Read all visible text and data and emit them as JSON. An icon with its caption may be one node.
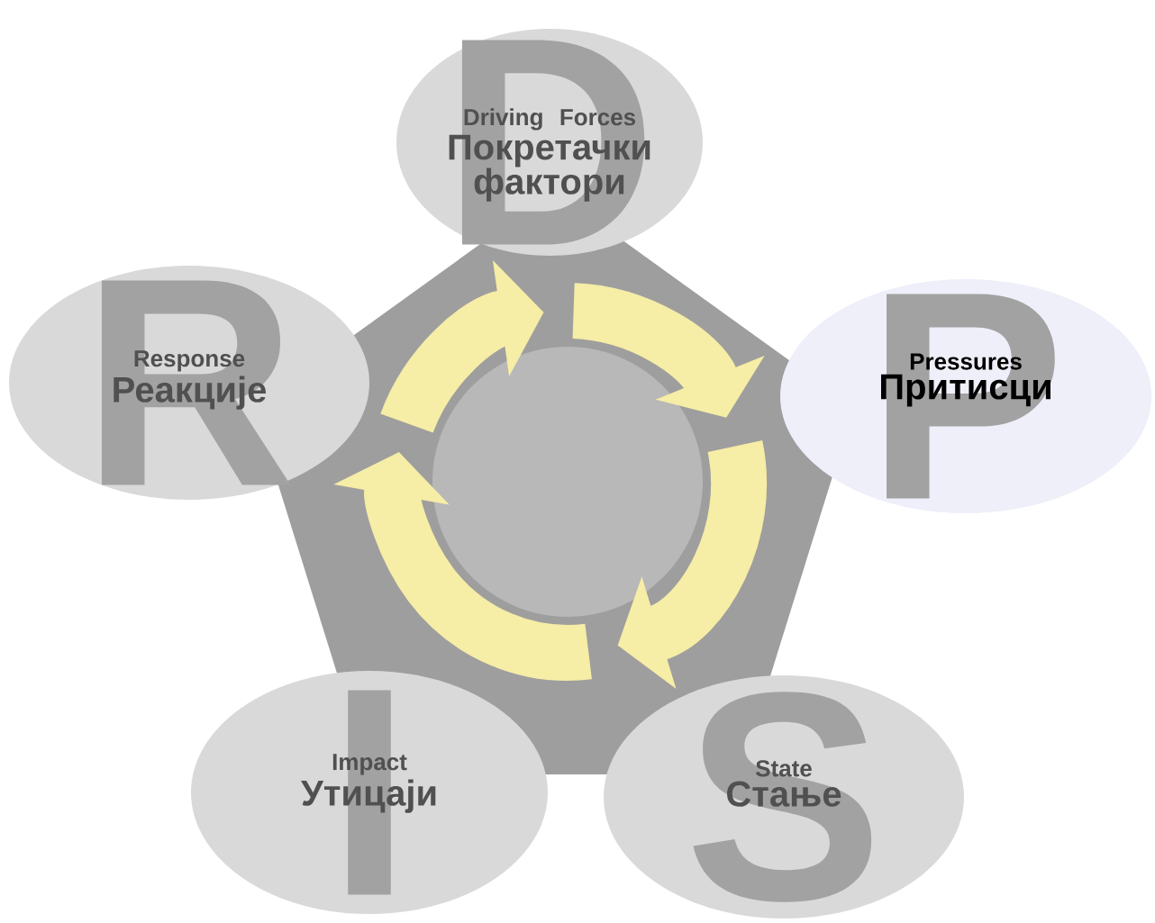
{
  "diagram": {
    "nodes": [
      {
        "text": [
          "D",
          "Driving Forces",
          "Покретачки фактори"
        ]
      },
      {
        "text": [
          "P",
          "Pressures",
          "Притисци"
        ]
      },
      {
        "text": [
          "S",
          "State",
          "Стање"
        ]
      },
      {
        "text": [
          "Impact",
          "Утицаји",
          "I"
        ]
      },
      {
        "text": [
          "R",
          "Response",
          "Реакције"
        ]
      }
    ]
  }
}
